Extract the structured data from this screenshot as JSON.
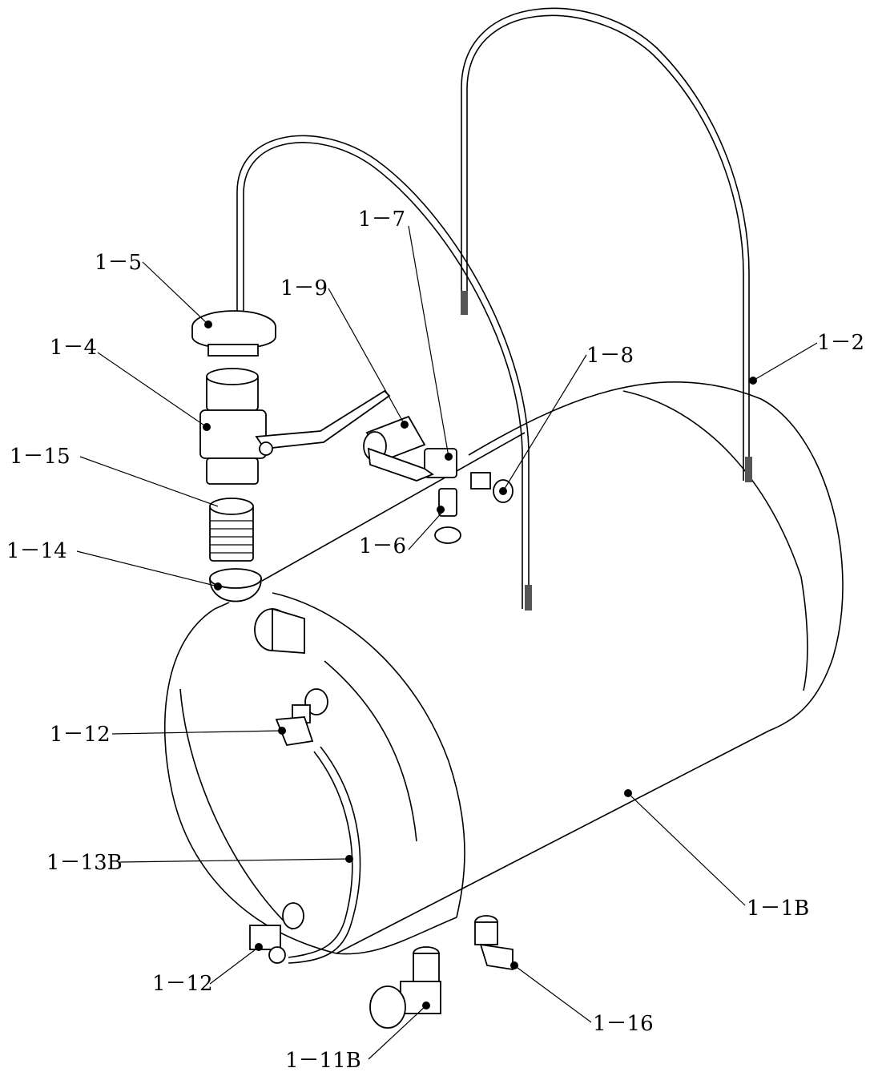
{
  "diagram": {
    "labels": {
      "l1_2": "1－2",
      "l1_4": "1－4",
      "l1_5": "1－5",
      "l1_6": "1－6",
      "l1_7": "1－7",
      "l1_8": "1－8",
      "l1_9": "1－9",
      "l1_15": "1－15",
      "l1_14": "1－14",
      "l1_12a": "1－12",
      "l1_13b": "1－13B",
      "l1_12b": "1－12",
      "l1_11b": "1－11B",
      "l1_16": "1－16",
      "l1_1b": "1－1B"
    }
  }
}
